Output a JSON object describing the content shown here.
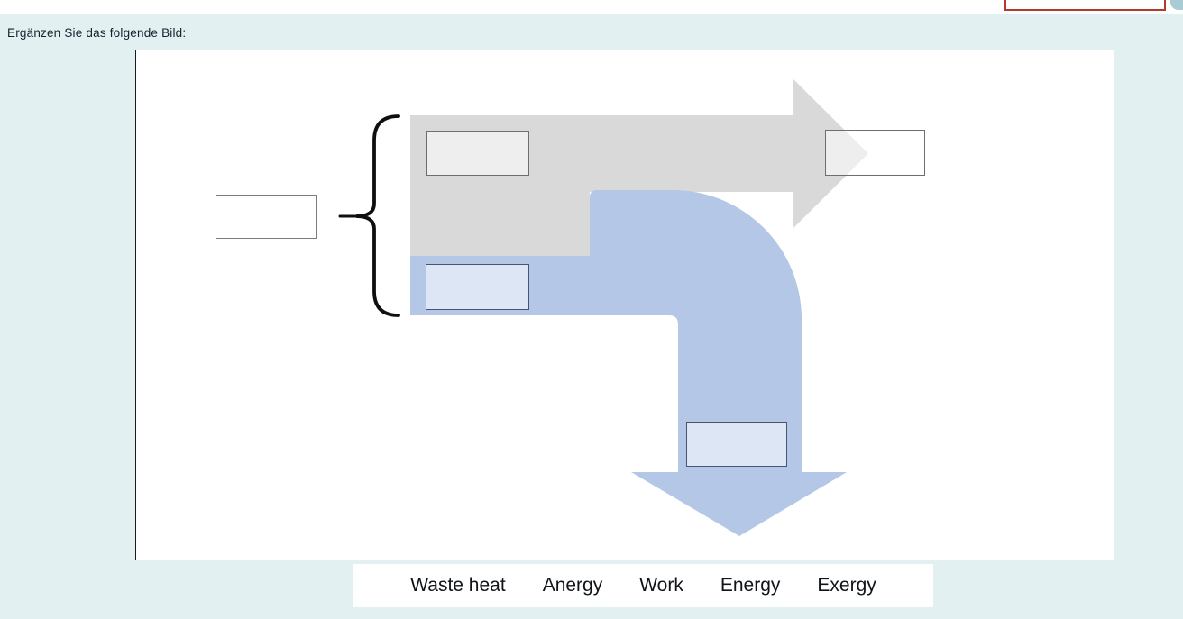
{
  "page": {
    "background_color": "#e3f0f2",
    "topbar_color": "#ffffff"
  },
  "topbar": {
    "red_outline_box_border_color": "#b23a2a",
    "corner_button_color": "#a9cbd3"
  },
  "question": {
    "instruction": "Ergänzen Sie das folgende Bild:"
  },
  "diagram": {
    "gray_arrow_color": "#d9d9d9",
    "blue_arrow_color": "#b4c7e7",
    "brace_color": "#0f0f0f",
    "drop_zones": [
      {
        "id": "left-total",
        "value": ""
      },
      {
        "id": "gray-arrow-band",
        "value": ""
      },
      {
        "id": "gray-arrow-head",
        "value": ""
      },
      {
        "id": "blue-band",
        "value": ""
      },
      {
        "id": "down-arrow",
        "value": ""
      }
    ]
  },
  "word_bank": {
    "items": [
      "Waste heat",
      "Anergy",
      "Work",
      "Energy",
      "Exergy"
    ]
  }
}
